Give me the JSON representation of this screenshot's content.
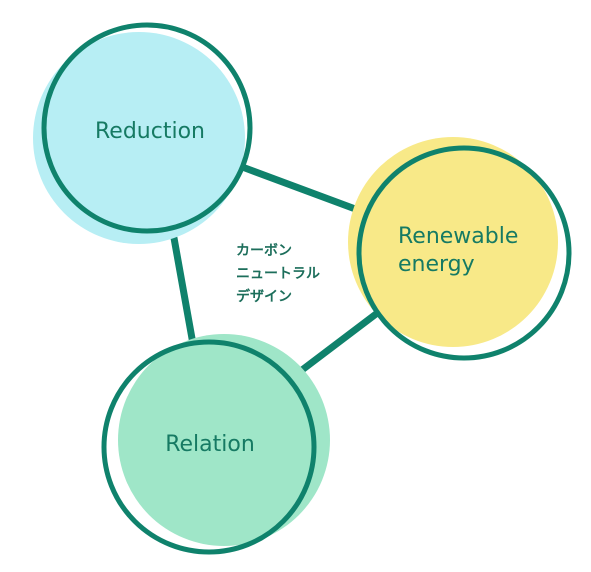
{
  "diagram": {
    "nodes": {
      "reduction": {
        "label": "Reduction"
      },
      "renewable": {
        "label_line1": "Renewable",
        "label_line2": "energy"
      },
      "relation": {
        "label": "Relation"
      }
    },
    "center_text": {
      "line1": "カーボン",
      "line2": "ニュートラル",
      "line3": "デザイン"
    }
  },
  "colors": {
    "outline": "#0f826c",
    "reduction_fill": "#b7eef4",
    "renewable_fill": "#f8e988",
    "relation_fill": "#9fe6c8",
    "text": "#167a63"
  }
}
